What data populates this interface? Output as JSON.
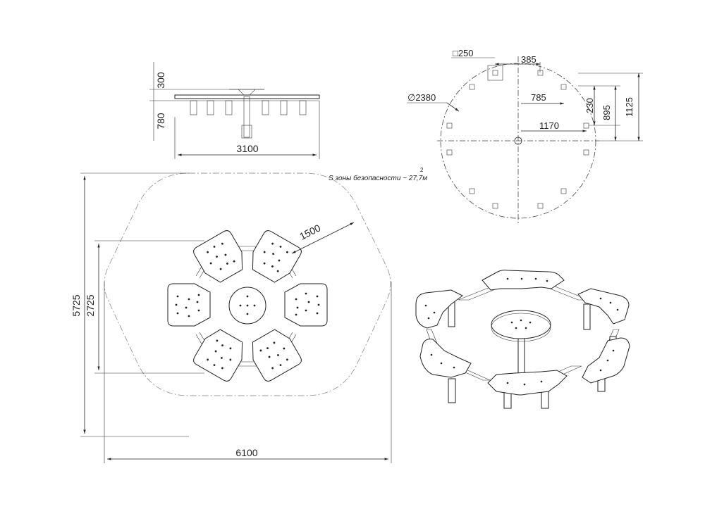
{
  "drawing": {
    "side_view": {
      "height_canopy": "300",
      "height_seat": "780",
      "width_total": "3100"
    },
    "top_scheme": {
      "post_square": "□250",
      "post_offset": "385",
      "circle_diameter": "∅2380",
      "radius_inner": "785",
      "radius_outer": "1170",
      "offset_small": "230",
      "offset_mid": "895",
      "offset_large": "1125"
    },
    "plan_view": {
      "safety_zone_label": "S зоны безопасности ~ 27,7м",
      "safety_zone_superscript": "2",
      "clearance": "1500",
      "height_total": "5725",
      "height_inner": "2725",
      "width_total": "6100"
    }
  }
}
